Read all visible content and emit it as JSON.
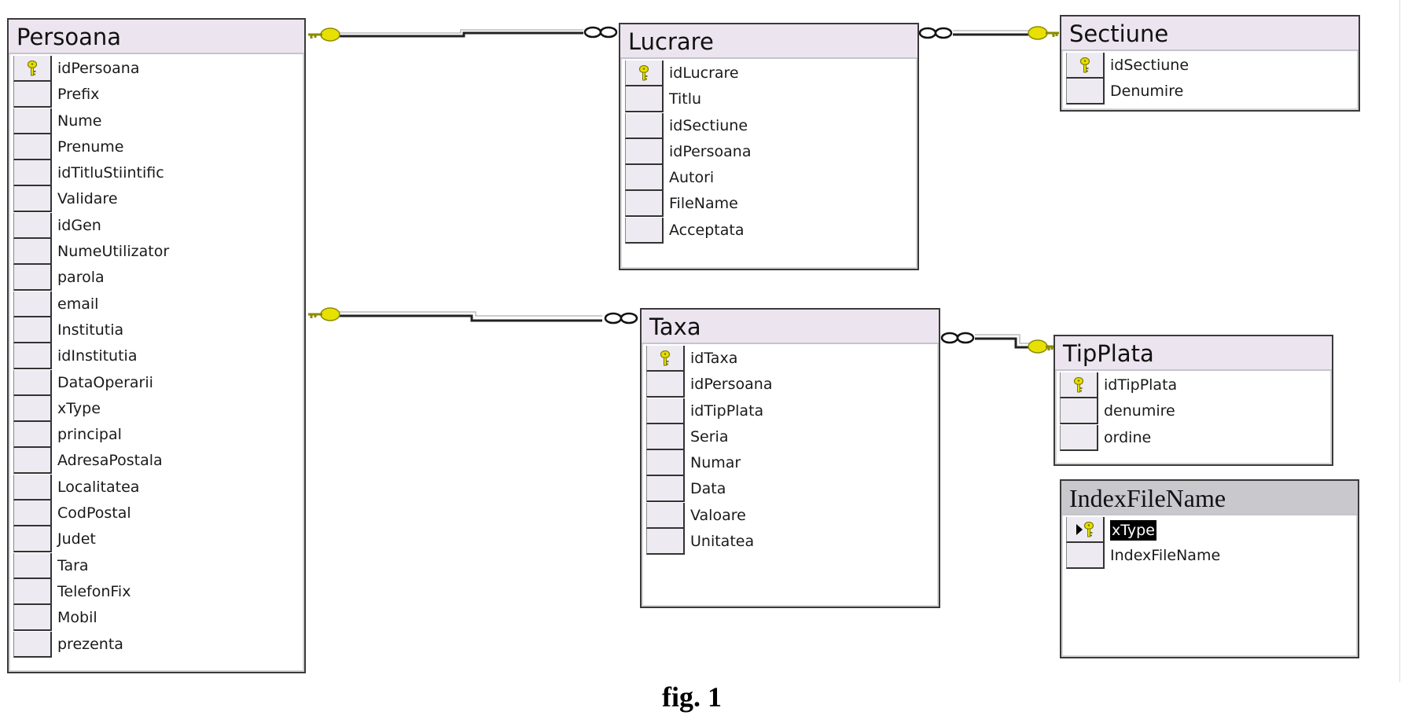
{
  "caption": "fig. 1",
  "colors": {
    "header": "#ece4ee",
    "header_inactive": "#c8c8cd",
    "key_icon": "#e8e000",
    "border": "#3a3a3a"
  },
  "tables": {
    "persoana": {
      "name": "Persoana",
      "columns": [
        {
          "name": "idPersoana",
          "pk": true
        },
        {
          "name": "Prefix"
        },
        {
          "name": "Nume"
        },
        {
          "name": "Prenume"
        },
        {
          "name": "idTitluStiintific"
        },
        {
          "name": "Validare"
        },
        {
          "name": "idGen"
        },
        {
          "name": "NumeUtilizator"
        },
        {
          "name": "parola"
        },
        {
          "name": "email"
        },
        {
          "name": "Institutia"
        },
        {
          "name": "idInstitutia"
        },
        {
          "name": "DataOperarii"
        },
        {
          "name": "xType"
        },
        {
          "name": "principal"
        },
        {
          "name": "AdresaPostala"
        },
        {
          "name": "Localitatea"
        },
        {
          "name": "CodPostal"
        },
        {
          "name": "Judet"
        },
        {
          "name": "Tara"
        },
        {
          "name": "TelefonFix"
        },
        {
          "name": "Mobil"
        },
        {
          "name": "prezenta"
        }
      ]
    },
    "lucrare": {
      "name": "Lucrare",
      "columns": [
        {
          "name": "idLucrare",
          "pk": true
        },
        {
          "name": "Titlu"
        },
        {
          "name": "idSectiune"
        },
        {
          "name": "idPersoana"
        },
        {
          "name": "Autori"
        },
        {
          "name": "FileName"
        },
        {
          "name": "Acceptata"
        }
      ]
    },
    "sectiune": {
      "name": "Sectiune",
      "columns": [
        {
          "name": "idSectiune",
          "pk": true
        },
        {
          "name": "Denumire"
        }
      ]
    },
    "taxa": {
      "name": "Taxa",
      "columns": [
        {
          "name": "idTaxa",
          "pk": true
        },
        {
          "name": "idPersoana"
        },
        {
          "name": "idTipPlata"
        },
        {
          "name": "Seria"
        },
        {
          "name": "Numar"
        },
        {
          "name": "Data"
        },
        {
          "name": "Valoare"
        },
        {
          "name": "Unitatea"
        }
      ]
    },
    "tipplata": {
      "name": "TipPlata",
      "columns": [
        {
          "name": "idTipPlata",
          "pk": true
        },
        {
          "name": "denumire"
        },
        {
          "name": "ordine"
        }
      ]
    },
    "indexfilename": {
      "name": "IndexFileName",
      "columns": [
        {
          "name": "xType",
          "pk": true,
          "selected": true
        },
        {
          "name": "IndexFileName"
        }
      ]
    }
  },
  "relationships": [
    {
      "one": "Persoana",
      "many": "Lucrare"
    },
    {
      "one": "Persoana",
      "many": "Taxa"
    },
    {
      "one": "Sectiune",
      "many": "Lucrare"
    },
    {
      "one": "TipPlata",
      "many": "Taxa"
    }
  ]
}
